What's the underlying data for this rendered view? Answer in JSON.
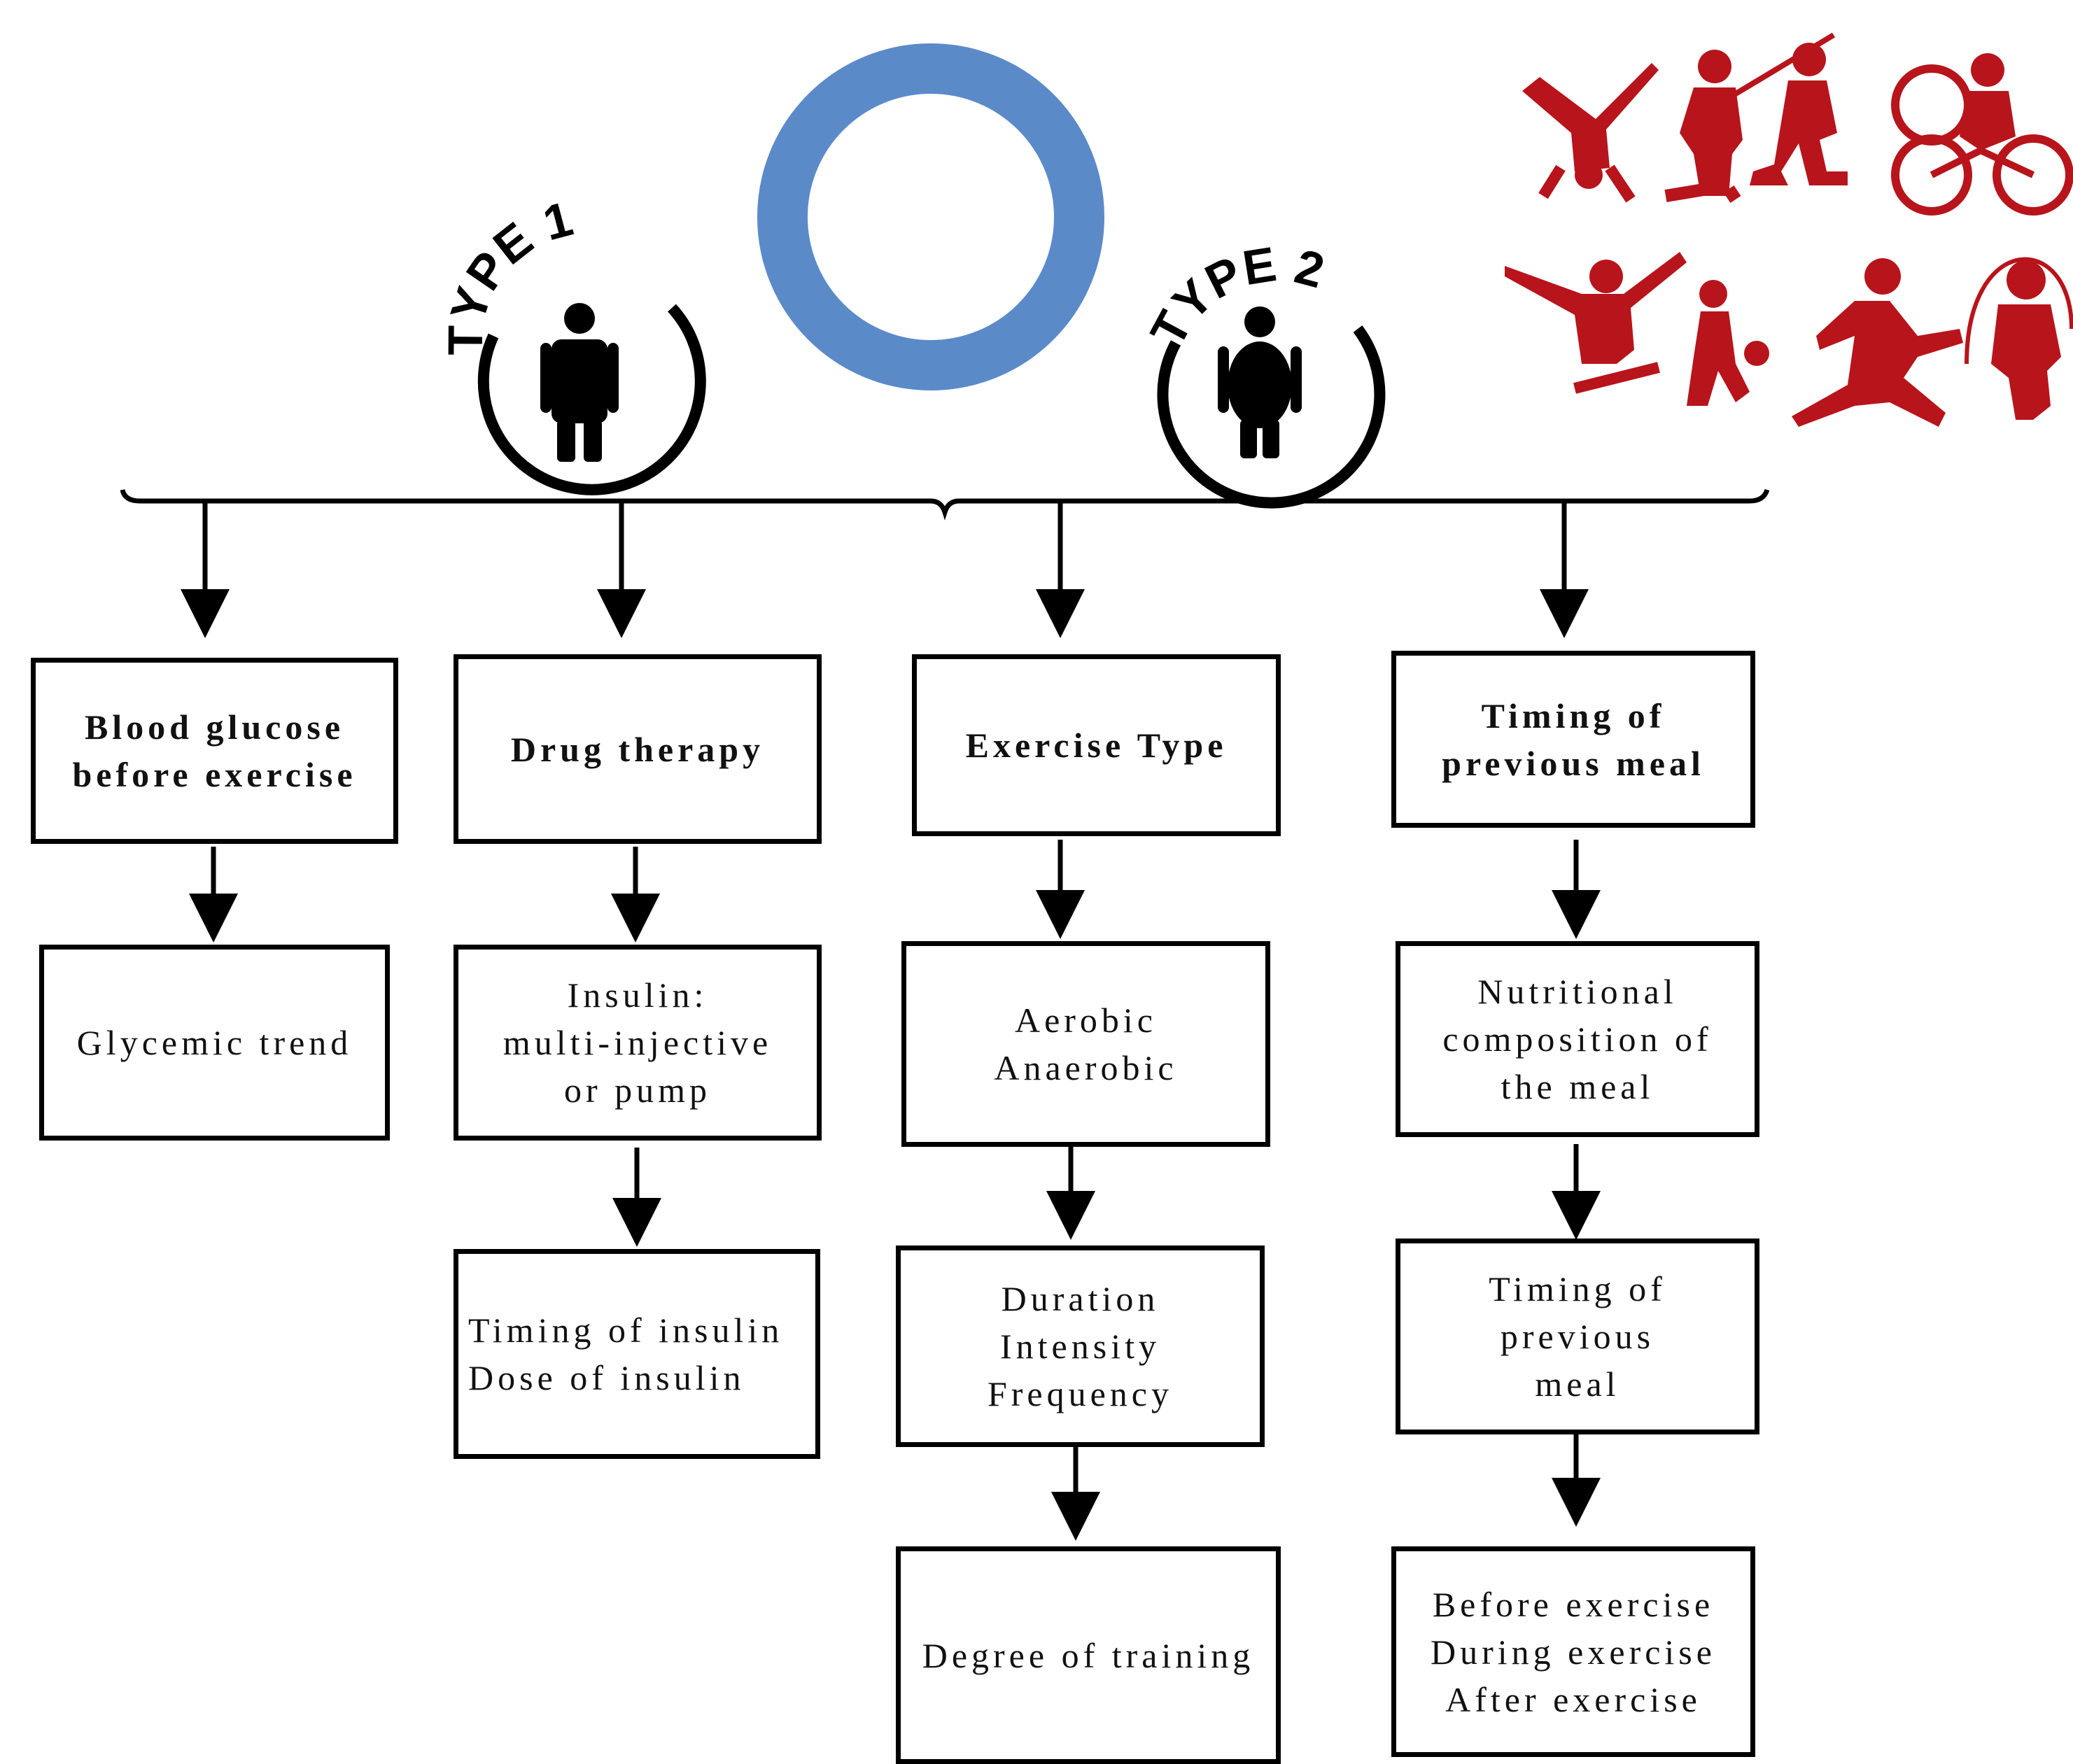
{
  "colors": {
    "ring": "#5b8ac9",
    "figures": "#b8141b",
    "line": "#000000"
  },
  "badges": {
    "type1": "TYPE 1",
    "type2": "TYPE 2"
  },
  "icons": {
    "diabetes_ring": "blue-circle-icon",
    "person_slim": "person-icon",
    "person_stout": "person-icon",
    "activities": [
      "cartwheel-figure-icon",
      "javelin-figure-icon",
      "skater-figure-icon",
      "cyclist-icon",
      "skateboard-figure-icon",
      "soccer-figure-icon",
      "runner-icon",
      "jump-rope-figure-icon"
    ]
  },
  "columns": [
    {
      "header": "Blood glucose\nbefore exercise",
      "items": [
        "Glycemic trend"
      ]
    },
    {
      "header": "Drug therapy",
      "items": [
        "Insulin:\nmulti-injective\nor pump",
        "Timing of insulin\nDose of insulin"
      ]
    },
    {
      "header": "Exercise Type",
      "items": [
        "Aerobic\nAnaerobic",
        "Duration\nIntensity\nFrequency",
        "Degree of training"
      ]
    },
    {
      "header": "Timing of\nprevious meal",
      "items": [
        "Nutritional\ncomposition of\nthe meal",
        "Timing of previous\nmeal",
        "Before exercise\nDuring exercise\nAfter exercise"
      ]
    }
  ]
}
